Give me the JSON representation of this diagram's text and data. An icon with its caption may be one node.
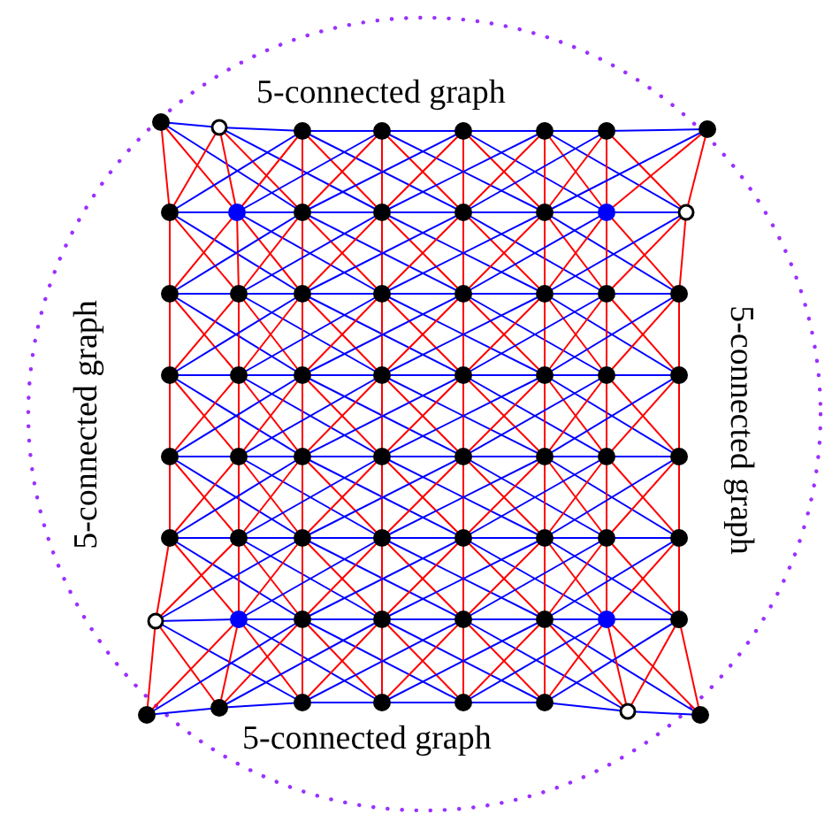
{
  "diagram": {
    "labels": [
      "5-connected graph",
      "5-connected graph",
      "5-connected graph",
      "5-connected graph"
    ]
  }
}
